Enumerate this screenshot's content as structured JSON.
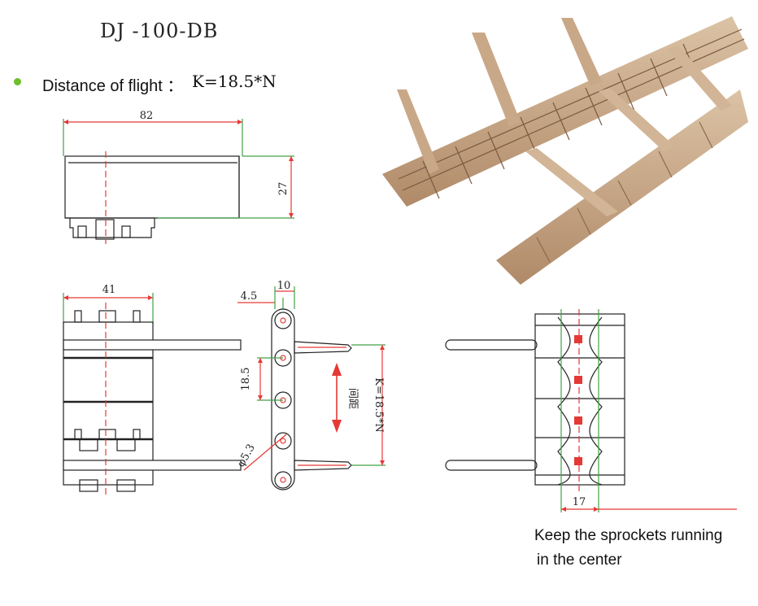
{
  "title": "DJ -100-DB",
  "flight": {
    "label": "Distance of flight ：",
    "value": "K=18.5*N"
  },
  "dimensions": {
    "width_top": "82",
    "height_side": "27",
    "width_41": "41",
    "offset_4_5": "4.5",
    "pitch_10": "10",
    "pitch_18_5": "18.5",
    "hole_dia": "φ5.3",
    "flight_pitch": "K=18.5*N",
    "spacing_label": "间距",
    "center_17": "17"
  },
  "note": {
    "line1": "Keep the sprockets running",
    "line2": "in the center"
  },
  "colors": {
    "bullet": "#6bbf2c",
    "dim_red": "#e53935",
    "dim_green": "#43a047",
    "belt": "#c8a888"
  }
}
